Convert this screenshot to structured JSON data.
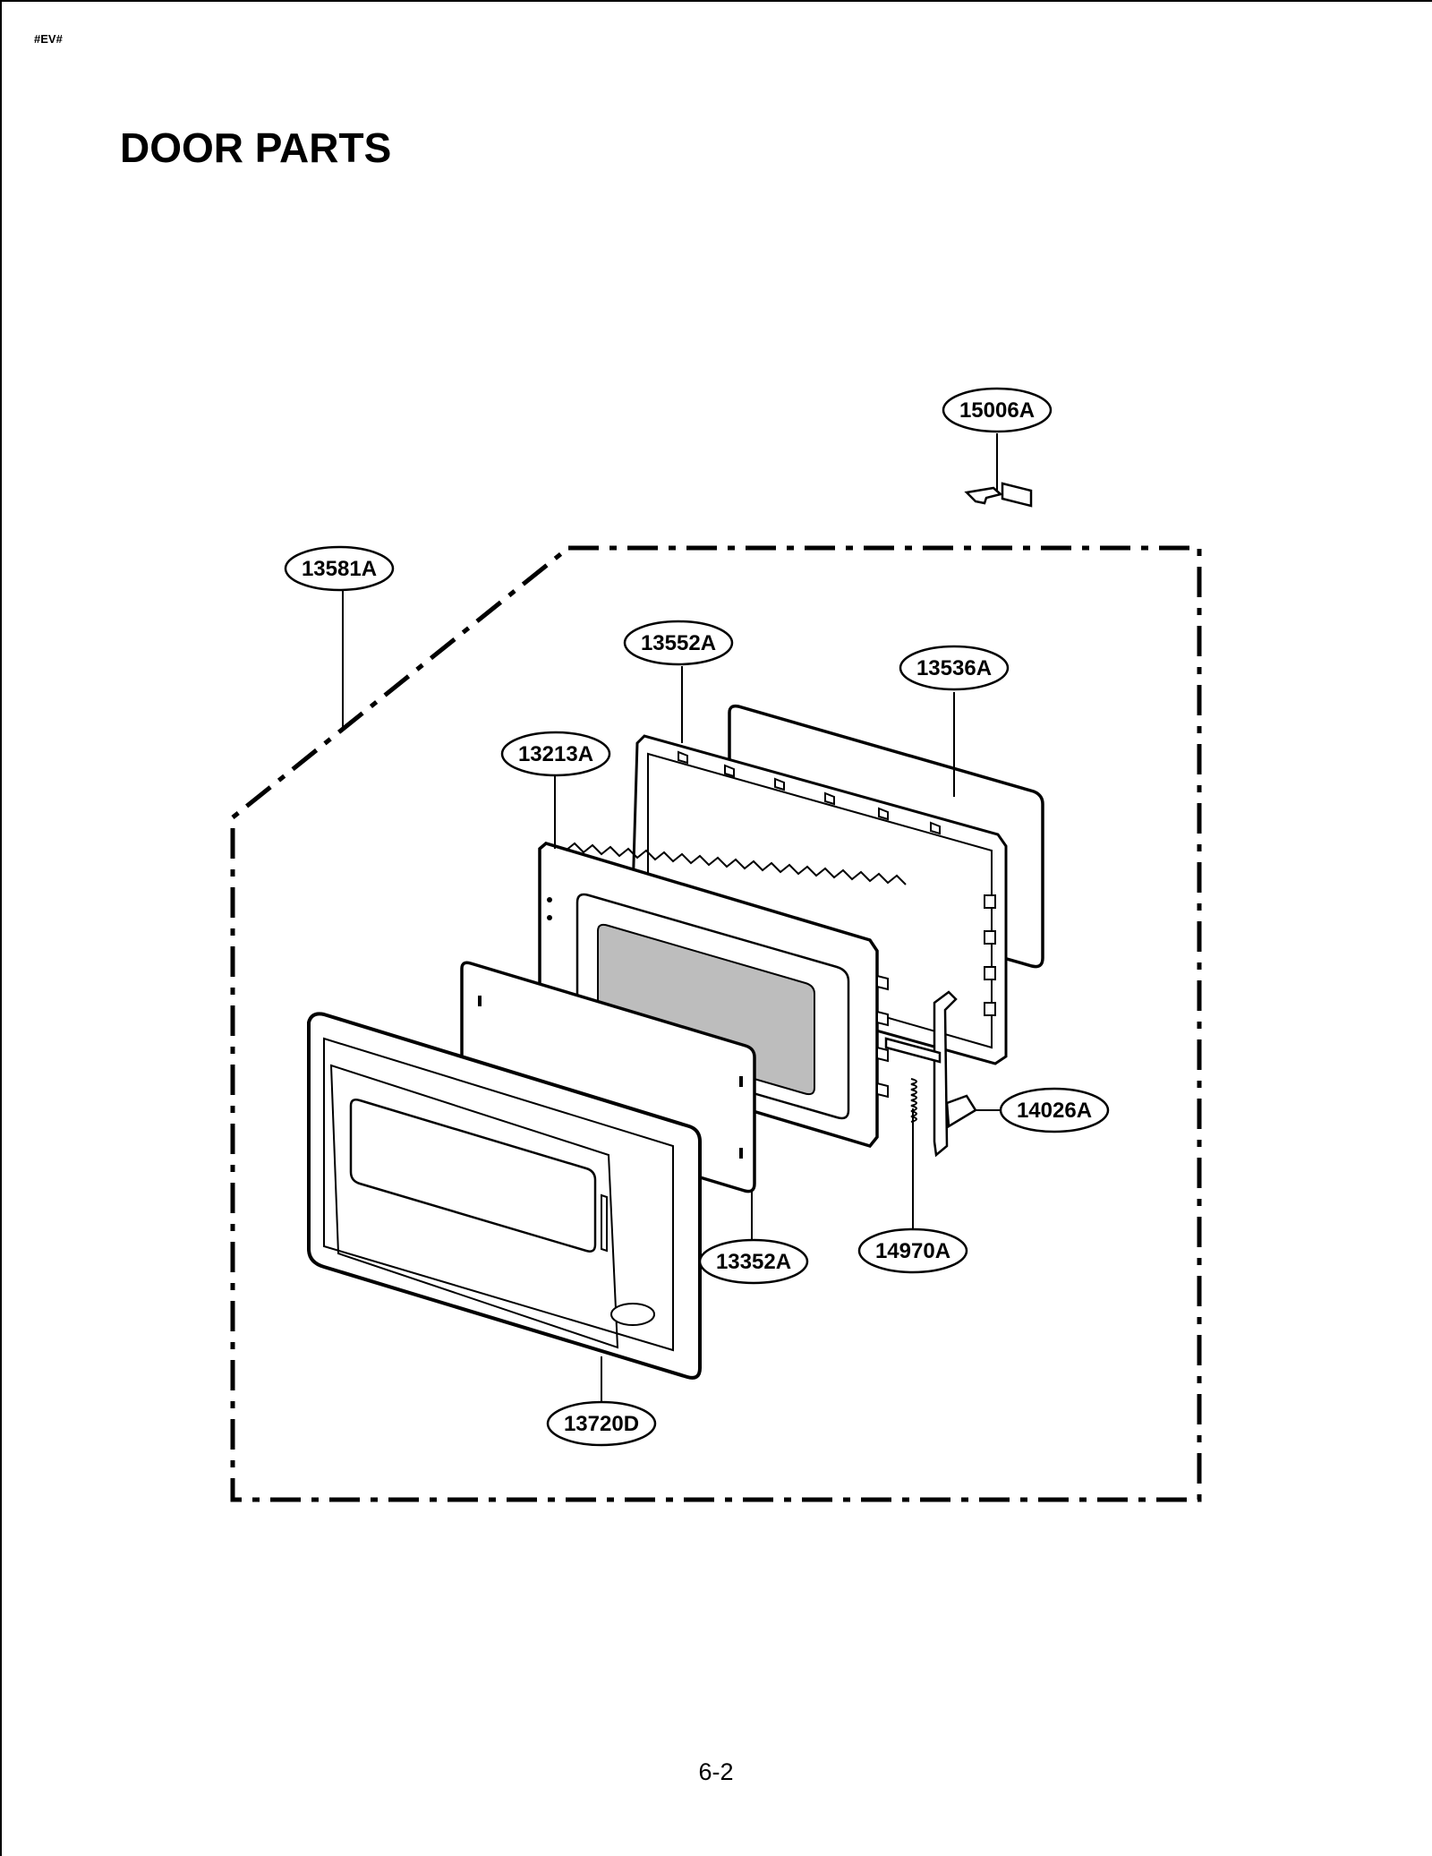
{
  "header": {
    "code": "#EV#"
  },
  "title": "DOOR PARTS",
  "footer": {
    "page_number": "6-2"
  },
  "callouts": [
    {
      "id": "15006A",
      "label": "15006A"
    },
    {
      "id": "13581A",
      "label": "13581A"
    },
    {
      "id": "13552A",
      "label": "13552A"
    },
    {
      "id": "13536A",
      "label": "13536A"
    },
    {
      "id": "13213A",
      "label": "13213A"
    },
    {
      "id": "14026A",
      "label": "14026A"
    },
    {
      "id": "14970A",
      "label": "14970A"
    },
    {
      "id": "13352A",
      "label": "13352A"
    },
    {
      "id": "13720D",
      "label": "13720D"
    }
  ],
  "colors": {
    "line": "#000000",
    "window_glass": "#bdbdbd",
    "background": "#ffffff"
  }
}
